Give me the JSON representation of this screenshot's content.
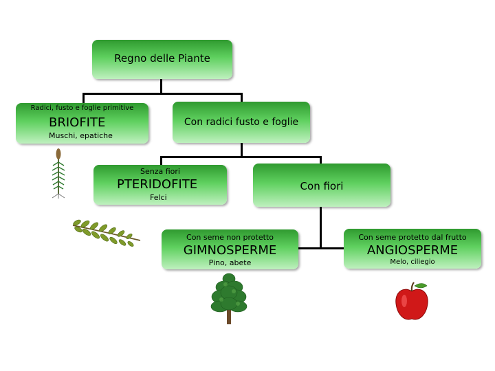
{
  "root": {
    "label": "Regno delle Piante"
  },
  "briofite": {
    "top": "Radici, fusto e foglie primitive",
    "title": "BRIOFITE",
    "bottom": "Muschi, epatiche"
  },
  "vascular": {
    "label": "Con radici fusto e foglie"
  },
  "pteridofite": {
    "top": "Senza fiori",
    "title": "PTERIDOFITE",
    "bottom": "Felci"
  },
  "fiori": {
    "label": "Con fiori"
  },
  "gimnosperme": {
    "top": "Con seme non protetto",
    "title": "GIMNOSPERME",
    "bottom": "Pino, abete"
  },
  "angiosperme": {
    "top": "Con seme protetto dal frutto",
    "title": "ANGIOSPERME",
    "bottom": "Melo, ciliegio"
  },
  "colors": {
    "box_top": "#2f9a2f",
    "box_bottom": "#bff0bf",
    "lines": "#000000"
  },
  "icons": [
    "moss-icon",
    "fern-icon",
    "pine-tree-icon",
    "apple-icon"
  ]
}
